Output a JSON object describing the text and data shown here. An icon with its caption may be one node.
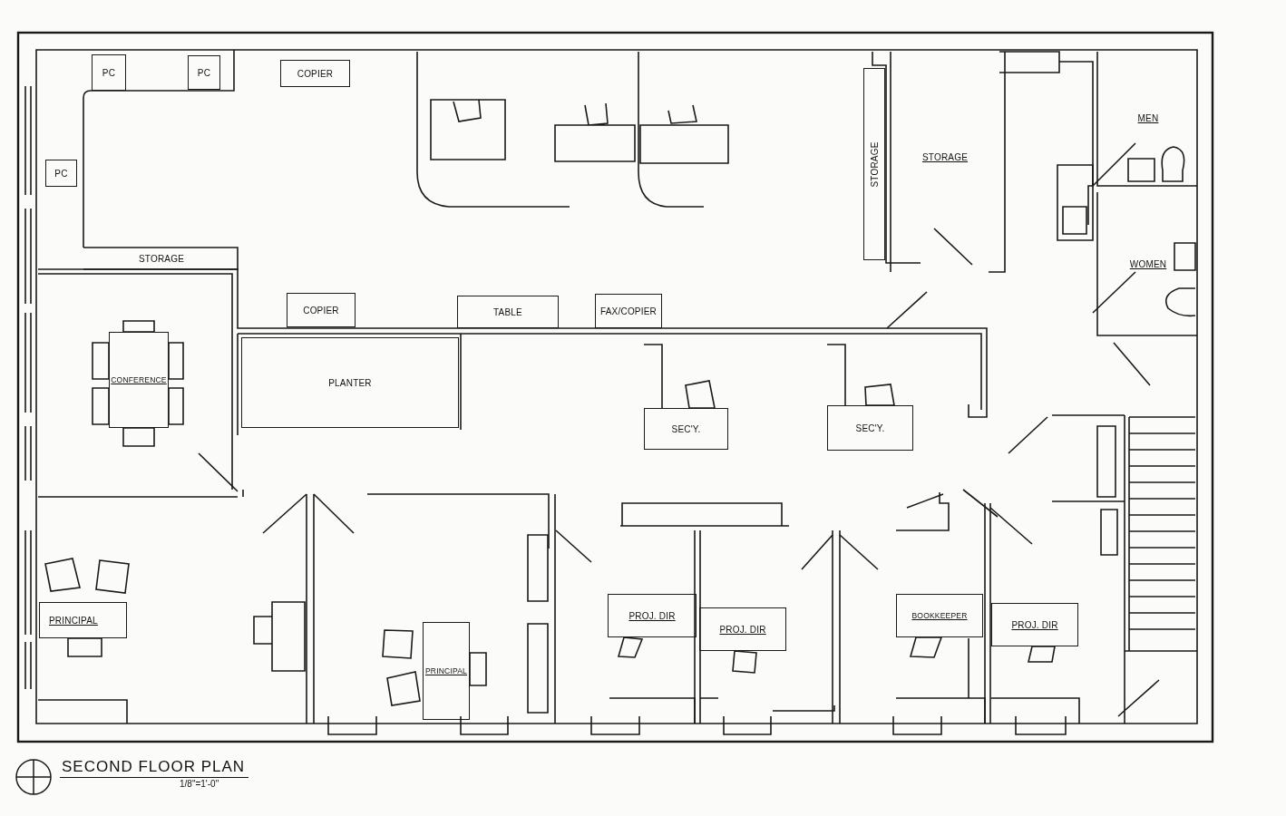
{
  "diagram": {
    "title": "SECOND FLOOR PLAN",
    "nodes": [
      {
        "text": [
          "PC"
        ]
      },
      {
        "text": [
          "PC"
        ]
      },
      {
        "text": [
          "COPIER"
        ]
      },
      {
        "text": [
          "PC"
        ]
      },
      {
        "text": [
          "STORAGE"
        ]
      },
      {
        "text": [
          "COPIER"
        ]
      },
      {
        "text": [
          "TABLE"
        ]
      },
      {
        "text": [
          "FAX/COPIER"
        ]
      },
      {
        "text": [
          "STORAGE"
        ]
      },
      {
        "text": [
          "STORAGE"
        ]
      },
      {
        "text": [
          "MEN"
        ]
      },
      {
        "text": [
          "WOMEN"
        ]
      },
      {
        "text": [
          "CONFERENCE"
        ]
      },
      {
        "text": [
          "PLANTER"
        ]
      },
      {
        "text": [
          "SEC'Y."
        ]
      },
      {
        "text": [
          "SEC'Y."
        ]
      },
      {
        "text": [
          "PRINCIPAL"
        ]
      },
      {
        "text": [
          "PRINCIPAL"
        ]
      },
      {
        "text": [
          "PROJ. DIR"
        ]
      },
      {
        "text": [
          "PROJ. DIR"
        ]
      },
      {
        "text": [
          "BOOKKEEPER"
        ]
      },
      {
        "text": [
          "PROJ. DIR"
        ]
      }
    ],
    "edges": [],
    "labels": [
      "1/8\"=1'-0\""
    ]
  }
}
